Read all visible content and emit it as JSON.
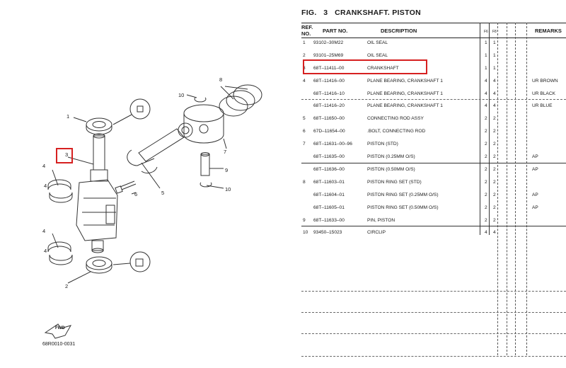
{
  "figure": {
    "label": "FIG.",
    "number": "3",
    "title": "CRANKSHAFT. PISTON",
    "drawing_code": "68R0010-0031",
    "fwd_label": "FWD"
  },
  "table": {
    "headers": {
      "ref_no_line1": "REF.",
      "ref_no_line2": "NO.",
      "part_no": "PART NO.",
      "description": "DESCRIPTION",
      "remarks": "REMARKS",
      "qty1": "F6",
      "qty2": "F8"
    },
    "rows": [
      {
        "ref": "1",
        "part": "93102–30M22",
        "desc": "OIL SEAL",
        "q1": "1",
        "q2": "1",
        "remarks": ""
      },
      {
        "ref": "2",
        "part": "93101–25M69",
        "desc": "OIL SEAL",
        "q1": "1",
        "q2": "1",
        "remarks": ""
      },
      {
        "ref": "3",
        "part": "68T–11411–00",
        "desc": "CRANKSHAFT",
        "q1": "1",
        "q2": "1",
        "remarks": ""
      },
      {
        "ref": "4",
        "part": "68T–11416–00",
        "desc": "PLANE BEARING, CRANKSHAFT 1",
        "q1": "4",
        "q2": "4",
        "remarks": "UR BROWN"
      },
      {
        "ref": "",
        "part": "68T–11416–10",
        "desc": "PLANE BEARING, CRANKSHAFT 1",
        "q1": "4",
        "q2": "4",
        "remarks": "UR BLACK"
      },
      {
        "ref": "",
        "part": "68T–11416–20",
        "desc": "PLANE BEARING, CRANKSHAFT 1",
        "q1": "4",
        "q2": "4",
        "remarks": "UR BLUE"
      },
      {
        "ref": "5",
        "part": "68T–11650–00",
        "desc": "CONNECTING ROD ASSY",
        "q1": "2",
        "q2": "2",
        "remarks": ""
      },
      {
        "ref": "6",
        "part": "67D–11654–00",
        "desc": ".BOLT, CONNECTING ROD",
        "q1": "2",
        "q2": "2",
        "remarks": ""
      },
      {
        "ref": "7",
        "part": "68T–11631–00–96",
        "desc": "PISTON (STD)",
        "q1": "2",
        "q2": "2",
        "remarks": ""
      },
      {
        "ref": "",
        "part": "68T–11635–00",
        "desc": "PISTON (0.25MM O/S)",
        "q1": "2",
        "q2": "2",
        "remarks": "AP"
      },
      {
        "ref": "",
        "part": "68T–11636–00",
        "desc": "PISTON (0.50MM O/S)",
        "q1": "2",
        "q2": "2",
        "remarks": "AP"
      },
      {
        "ref": "8",
        "part": "68T–11603–01",
        "desc": "PISTON RING SET (STD)",
        "q1": "2",
        "q2": "2",
        "remarks": ""
      },
      {
        "ref": "",
        "part": "68T–11604–01",
        "desc": "PISTON RING SET (0.25MM O/S)",
        "q1": "2",
        "q2": "2",
        "remarks": "AP"
      },
      {
        "ref": "",
        "part": "68T–11605–01",
        "desc": "PISTON RING SET (0.50MM O/S)",
        "q1": "2",
        "q2": "2",
        "remarks": "AP"
      },
      {
        "ref": "9",
        "part": "68T–11633–00",
        "desc": "PIN, PISTON",
        "q1": "2",
        "q2": "2",
        "remarks": ""
      },
      {
        "ref": "10",
        "part": "93450–15023",
        "desc": "CIRCLIP",
        "q1": "4",
        "q2": "4",
        "remarks": ""
      }
    ]
  },
  "callouts": {
    "n1": "1",
    "n2": "2",
    "n3": "3",
    "n4a": "4",
    "n4b": "4",
    "n4c": "4",
    "n4d": "4",
    "n5": "5",
    "n6": "6",
    "n7": "7",
    "n8": "8",
    "n9": "9",
    "n10a": "10",
    "n10b": "10"
  },
  "colors": {
    "highlight": "#d62020",
    "line": "#333333"
  }
}
